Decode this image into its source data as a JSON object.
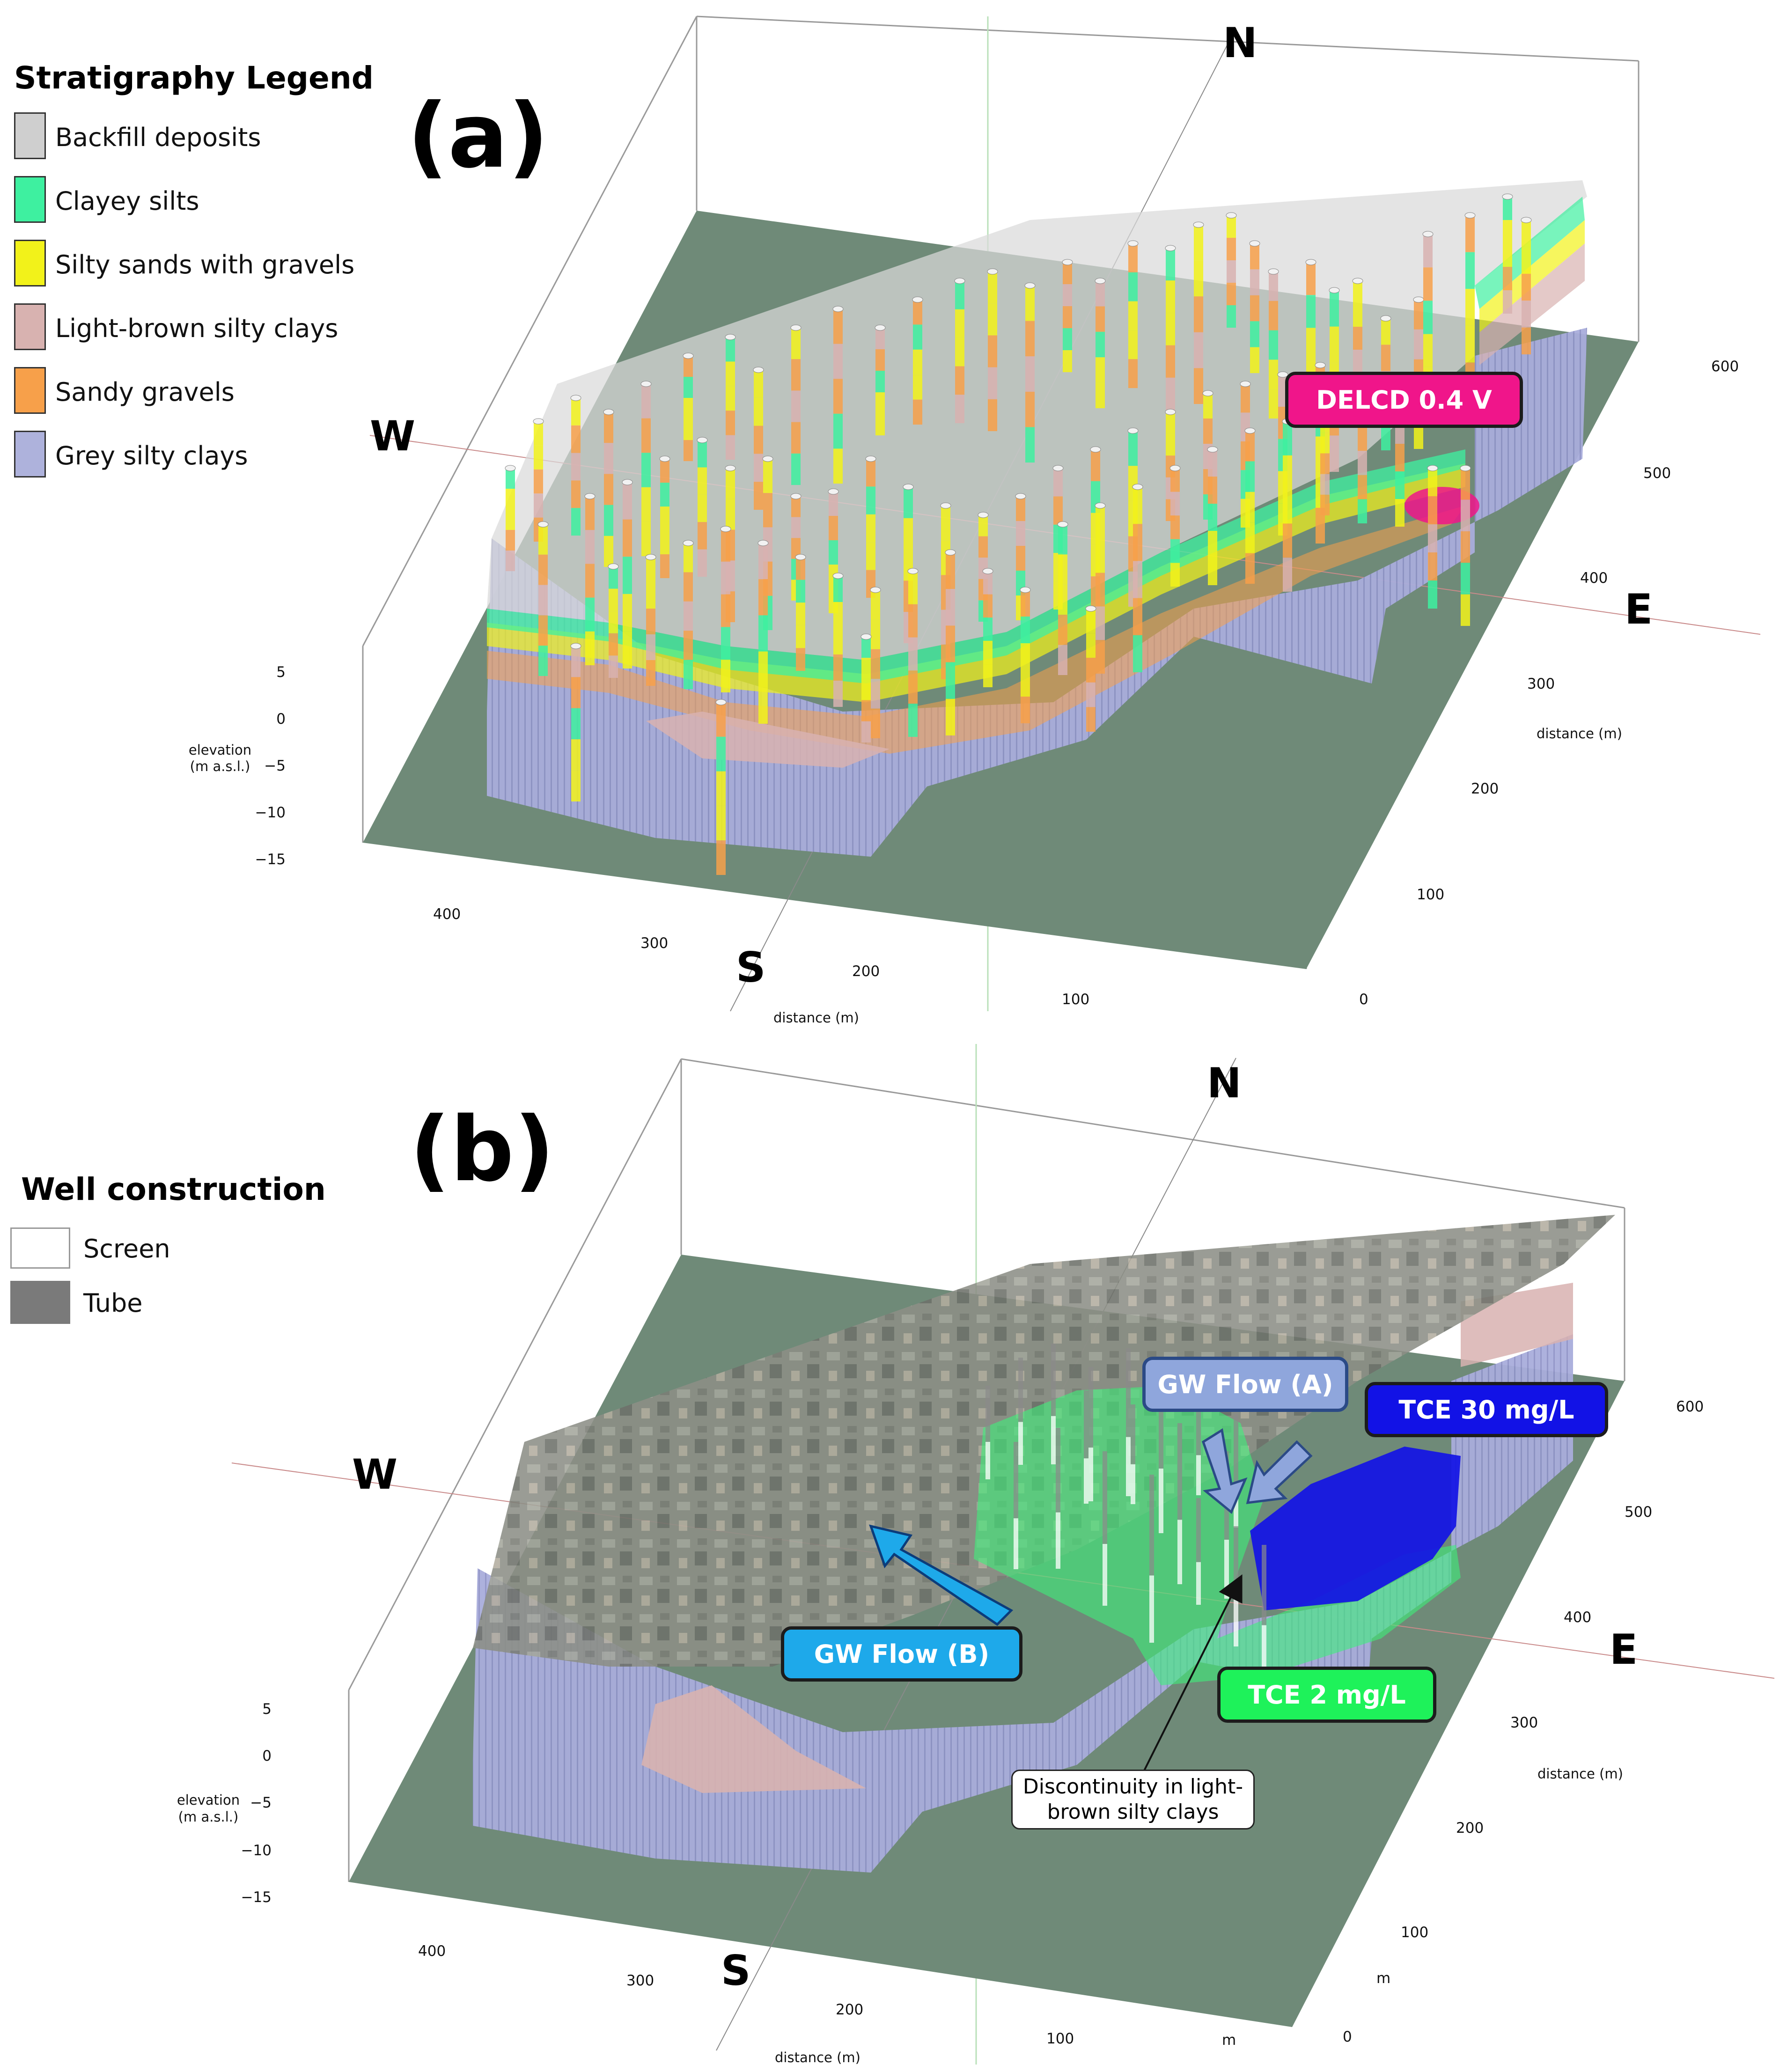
{
  "panel_a": {
    "letter": "(a)",
    "legend": {
      "title": "Stratigraphy Legend",
      "items": [
        {
          "label": "Backfill deposits",
          "color": "#cfcfcf"
        },
        {
          "label": "Clayey silts",
          "color": "#3ef0a0"
        },
        {
          "label": "Silty sands with gravels",
          "color": "#f2f21a"
        },
        {
          "label": "Light-brown silty clays",
          "color": "#d8b2b0"
        },
        {
          "label": "Sandy gravels",
          "color": "#f7a04a"
        },
        {
          "label": "Grey silty clays",
          "color": "#aeb2dc"
        }
      ]
    },
    "compass": {
      "n": "N",
      "s": "S",
      "e": "E",
      "w": "W"
    },
    "callout_delcd": {
      "text": "DELCD 0.4 V",
      "color": "#f0158a"
    },
    "elevation_ticks": [
      "5",
      "0",
      "−5",
      "−10",
      "−15"
    ],
    "elevation_title_line1": "elevation",
    "elevation_title_line2": "(m a.s.l.)",
    "x_ticks": [
      "400",
      "300",
      "200",
      "100"
    ],
    "x_title": "distance (m)",
    "y_ticks": [
      "600",
      "500",
      "400",
      "300",
      "200",
      "100",
      "0"
    ],
    "y_title": "distance (m)"
  },
  "panel_b": {
    "letter": "(b)",
    "legend": {
      "title": "Well construction",
      "items": [
        {
          "label": "Screen",
          "color": "#ffffff"
        },
        {
          "label": "Tube",
          "color": "#7a7a7a"
        }
      ]
    },
    "compass": {
      "n": "N",
      "s": "S",
      "e": "E",
      "w": "W"
    },
    "callout_gw_a": {
      "text": "GW Flow (A)",
      "color": "#8fa6dc"
    },
    "callout_gw_b": {
      "text": "GW Flow (B)",
      "color": "#1ea9ea"
    },
    "callout_tce30": {
      "text": "TCE 30 mg/L",
      "color": "#1212e6"
    },
    "callout_tce2": {
      "text": "TCE 2 mg/L",
      "color": "#1ef25a"
    },
    "note_line1": "Discontinuity in light-",
    "note_line2": "brown silty clays",
    "elevation_ticks": [
      "5",
      "0",
      "−5",
      "−10",
      "−15"
    ],
    "elevation_title_line1": "elevation",
    "elevation_title_line2": "(m a.s.l.)",
    "x_ticks": [
      "400",
      "300",
      "200",
      "100"
    ],
    "x_title": "distance (m)",
    "x_unit": "m",
    "y_ticks": [
      "600",
      "500",
      "400",
      "300",
      "200",
      "100",
      "0"
    ],
    "y_title": "distance (m)",
    "y_unit": "m"
  },
  "colors": {
    "ground_plane": "#6f8a78",
    "grey_clay": "#a7abd6",
    "backfill": "#cfcfcf",
    "clayey_silts": "#3ef0a0",
    "silty_sands": "#f2f21a",
    "light_brown": "#d8b2b0",
    "sandy_gravels": "#f7a04a"
  }
}
